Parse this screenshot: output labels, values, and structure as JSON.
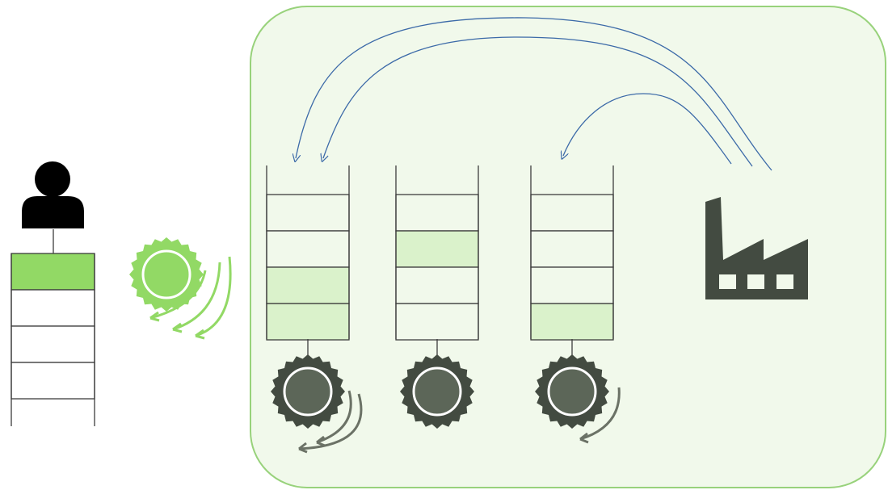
{
  "colors": {
    "region_fill": "#f1f9eb",
    "region_stroke": "#98d27b",
    "queue_stroke": "#3d3d3d",
    "cell_empty": "#f1f9eb",
    "cell_outer_empty": "#ffffff",
    "cell_filled_light": "#daf2cb",
    "cell_filled_bright": "#92d965",
    "gear_dark": "#434b41",
    "gear_dark_inner": "#5c6658",
    "gear_green": "#92d965",
    "arrow_blue": "#3c6aa8",
    "arrow_dark": "#6b7266",
    "factory": "#434b41",
    "user": "#000000"
  },
  "icons": {
    "user": "user-icon",
    "factory": "factory-icon",
    "worker_gear": "gear-icon"
  },
  "diagram": {
    "outer_queue": {
      "slots": [
        "filled-bright",
        "empty",
        "empty",
        "empty"
      ]
    },
    "internal_queues": [
      {
        "id": "queue-1",
        "slots": [
          "empty",
          "empty",
          "filled",
          "filled"
        ]
      },
      {
        "id": "queue-2",
        "slots": [
          "empty",
          "filled",
          "empty",
          "empty"
        ]
      },
      {
        "id": "queue-3",
        "slots": [
          "empty",
          "empty",
          "empty",
          "filled"
        ]
      }
    ],
    "workers": [
      {
        "id": "worker-outer",
        "color": "green"
      },
      {
        "id": "worker-1",
        "color": "dark"
      },
      {
        "id": "worker-2",
        "color": "dark"
      },
      {
        "id": "worker-3",
        "color": "dark"
      }
    ],
    "producer_arrows": [
      {
        "from": "factory",
        "to": "queue-1"
      },
      {
        "from": "factory",
        "to": "queue-1"
      },
      {
        "from": "factory",
        "to": "queue-3"
      }
    ]
  }
}
